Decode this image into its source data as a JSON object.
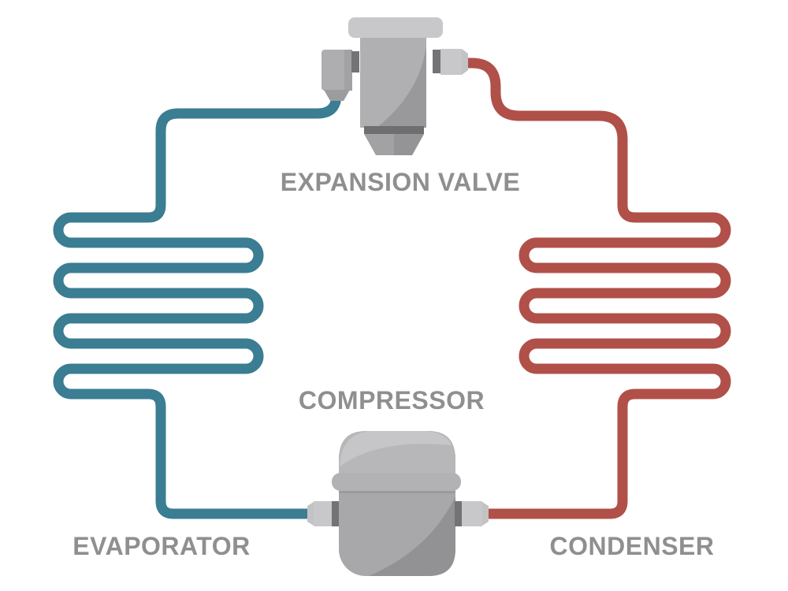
{
  "labels": {
    "expansion_valve": "EXPANSION VALVE",
    "compressor": "COMPRESSOR",
    "evaporator": "EVAPORATOR",
    "condenser": "CONDENSER"
  },
  "colors": {
    "evaporator_pipe": "#3b7d92",
    "condenser_pipe": "#b05049",
    "label": "#8f8f8f",
    "background": "#ffffff",
    "component_light": "#c8c8ca",
    "component_mid_light": "#b2b2b4",
    "component_mid": "#a8a8aa",
    "component_shadow": "#929294",
    "component_band": "#737376"
  }
}
